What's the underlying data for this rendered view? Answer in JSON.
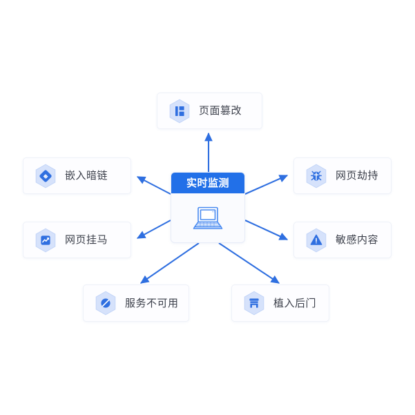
{
  "diagram": {
    "title": "实时监测",
    "center": {
      "title": "实时监测",
      "icon": "laptop-icon",
      "header_color": "#2270e8",
      "body_color": "#fafbfe"
    },
    "accent_color": "#2270e8",
    "edge_color": "#2f6fe0",
    "icon_fill": "#d6e2fb",
    "icon_glyph_color": "#2f6fe0",
    "label_color": "#3b3f4a",
    "nodes": [
      {
        "id": "page-tamper",
        "label": "页面篡改",
        "icon": "page-layout-icon",
        "position": "top"
      },
      {
        "id": "embedded-dark-link",
        "label": "嵌入暗链",
        "icon": "link-icon",
        "position": "left-upper"
      },
      {
        "id": "webpage-trojan",
        "label": "网页挂马",
        "icon": "trend-chart-icon",
        "position": "left-lower"
      },
      {
        "id": "webpage-hijack",
        "label": "网页劫持",
        "icon": "bug-icon",
        "position": "right-upper"
      },
      {
        "id": "sensitive-content",
        "label": "敏感内容",
        "icon": "warning-triangle-icon",
        "position": "right-lower"
      },
      {
        "id": "service-unavailable",
        "label": "服务不可用",
        "icon": "prohibited-icon",
        "position": "bottom-left"
      },
      {
        "id": "implanted-backdoor",
        "label": "植入后门",
        "icon": "door-gate-icon",
        "position": "bottom-right"
      }
    ],
    "edges": [
      {
        "from": "center",
        "to": "page-tamper",
        "direction": "outward"
      },
      {
        "from": "center",
        "to": "embedded-dark-link",
        "direction": "outward"
      },
      {
        "from": "center",
        "to": "webpage-trojan",
        "direction": "outward"
      },
      {
        "from": "center",
        "to": "webpage-hijack",
        "direction": "outward"
      },
      {
        "from": "center",
        "to": "sensitive-content",
        "direction": "outward"
      },
      {
        "from": "center",
        "to": "service-unavailable",
        "direction": "outward"
      },
      {
        "from": "center",
        "to": "implanted-backdoor",
        "direction": "outward"
      }
    ]
  }
}
